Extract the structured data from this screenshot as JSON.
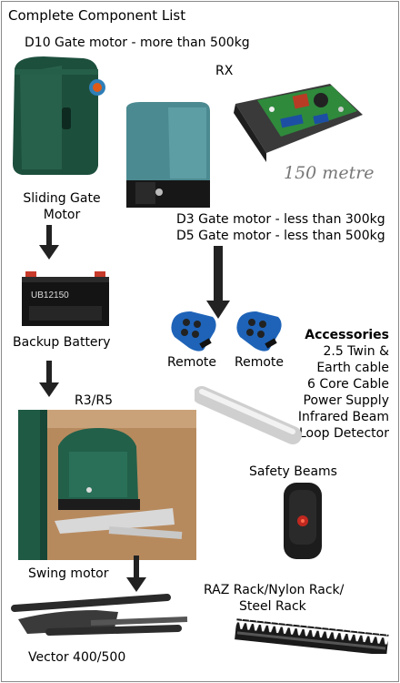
{
  "title": "Complete Component List",
  "d10_label": "D10 Gate motor - more than 500kg",
  "rx_label": "RX",
  "range_text": "150 metre",
  "sliding_label_1": "Sliding Gate",
  "sliding_label_2": "Motor",
  "d3_label": "D3 Gate motor - less than 300kg",
  "d5_label": "D5 Gate motor - less than 500kg",
  "battery_model": "UB12150",
  "battery_label": "Backup Battery",
  "remote_label_1": "Remote",
  "remote_label_2": "Remote",
  "accessories": {
    "heading": "Accessories",
    "items": [
      "2.5 Twin &",
      "Earth cable",
      "6 Core Cable",
      "Power Supply",
      "Infrared Beam",
      "Loop Detector"
    ]
  },
  "r3r5_label": "R3/R5",
  "safety_label": "Safety Beams",
  "swing_label": "Swing motor",
  "rack_label_1": "RAZ Rack/Nylon Rack/",
  "rack_label_2": "Steel Rack",
  "vector_label": "Vector 400/500",
  "colors": {
    "motor_green": "#1f5a45",
    "motor_teal": "#4e8e94",
    "remote_blue": "#1e63b8",
    "arrow": "#222222"
  }
}
